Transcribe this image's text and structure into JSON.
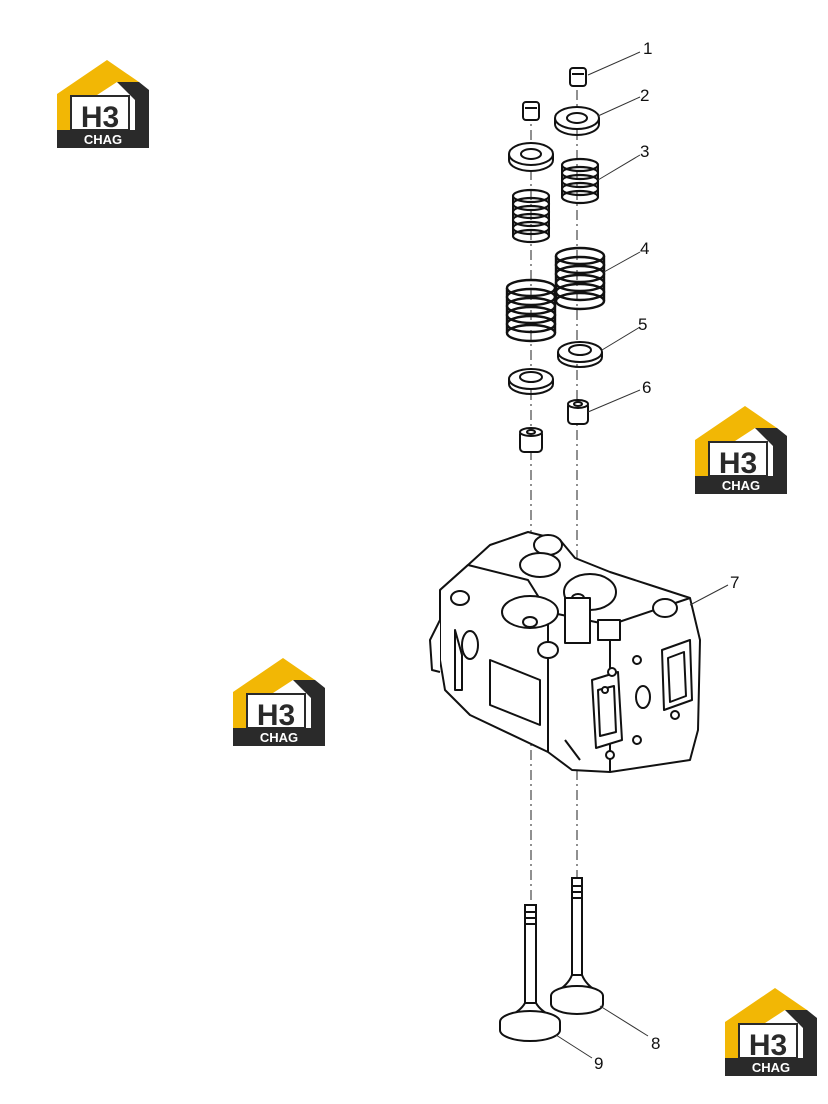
{
  "logo": {
    "text_top": "H3",
    "text_bottom": "CHAG",
    "colors": {
      "yellow": "#f2b705",
      "dark": "#2a2a2a",
      "white": "#ffffff"
    }
  },
  "callouts": [
    {
      "id": "1",
      "name": "valve-collet"
    },
    {
      "id": "2",
      "name": "upper-spring-seat"
    },
    {
      "id": "3",
      "name": "inner-valve-spring"
    },
    {
      "id": "4",
      "name": "outer-valve-spring"
    },
    {
      "id": "5",
      "name": "lower-spring-seat"
    },
    {
      "id": "6",
      "name": "valve-stem-seal"
    },
    {
      "id": "7",
      "name": "cylinder-head"
    },
    {
      "id": "8",
      "name": "intake-valve"
    },
    {
      "id": "9",
      "name": "exhaust-valve"
    }
  ]
}
